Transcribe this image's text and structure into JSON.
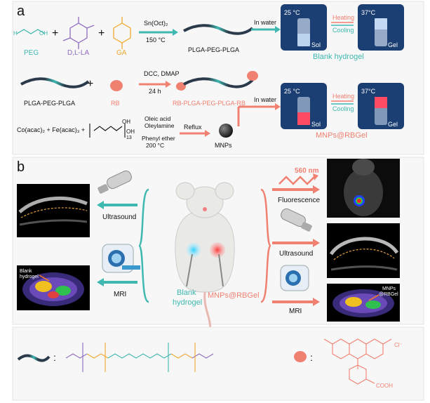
{
  "panel_a": {
    "label": "a",
    "peg": "PEG",
    "dlla": "D,L-LA",
    "ga": "GA",
    "catalyst": "Sn(Oct)₂",
    "temp": "150 °C",
    "polymer": "PLGA-PEG-PLGA",
    "in_water": "In water",
    "vial_sol_temp": "25 °C",
    "vial_gel_temp": "37°C",
    "sol": "Sol",
    "gel": "Gel",
    "heating": "Heating",
    "cooling": "Cooling",
    "blank_hydrogel": "Blank hydrogel",
    "polymer_2": "PLGA-PEG-PLGA",
    "plus": "+",
    "rb": "RB",
    "reagents": "DCC, DMAP",
    "time": "24 h",
    "conjugate": "RB-PLGA-PEG-PLGA-RB",
    "in_water_2": "In water",
    "mnps_rbgel": "MNPs@RBGel",
    "co_fe": "Co(acac)₂ + Fe(acac)₃ +",
    "oh": "OH",
    "sub13": "13",
    "oleic": "Oleic acid",
    "oleylamine": "Oleylamine",
    "ether": "Phenyl ether",
    "temp_200": "200 °C",
    "reflux": "Reflux",
    "mnps": "MNPs"
  },
  "panel_b": {
    "label": "b",
    "ultrasound_left": "Ultrasound",
    "mri_left": "MRI",
    "blank_tag": "Blank",
    "hydrogel_tag": "hydrogel",
    "blank_hydrogel_line1": "Blank",
    "blank_hydrogel_line2": "hydrogel",
    "mnps_rbgel": "MNPs@RBGel",
    "wavelength": "560 nm",
    "fluorescence": "Fluorescence",
    "ultrasound_right": "Ultrasound",
    "mri_right": "MRI",
    "mnps_tag": "MNPs",
    "rbgel_tag": "@RBGel"
  },
  "legend": {
    "colon": ":",
    "cl": "Cl⁻",
    "cooh": "COOH"
  },
  "colors": {
    "teal": "#3fb8b0",
    "coral": "#f08070",
    "purple": "#8e6bbf",
    "orange": "#f0a830",
    "dark": "#2b3a4a",
    "vial_bg": "#1b3f73"
  }
}
